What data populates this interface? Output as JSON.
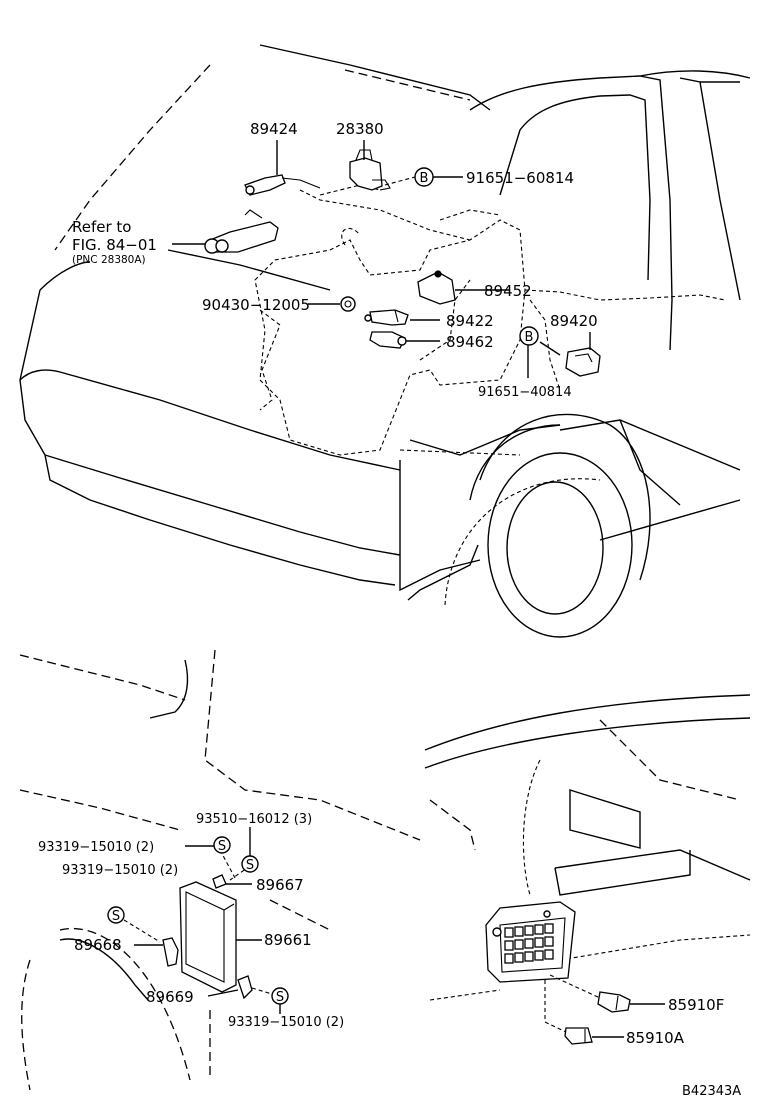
{
  "labels": {
    "p89424": "89424",
    "p28380": "28380",
    "p91651_60814": "91651−60814",
    "refer_1": "Refer to",
    "refer_2": "FIG. 84−01",
    "refer_3": "(PNC 28380A)",
    "p90430": "90430−12005",
    "p89452": "89452",
    "p89422": "89422",
    "p89420": "89420",
    "p89462": "89462",
    "p91651_40814": "91651−40814",
    "p93510": "93510−16012 (3)",
    "p93319_a": "93319−15010 (2)",
    "p93319_b": "93319−15010 (2)",
    "p89667": "89667",
    "p89668": "89668",
    "p89661": "89661",
    "p89669": "89669",
    "p93319_c": "93319−15010 (2)",
    "p85910F": "85910F",
    "p85910A": "85910A",
    "fig_code": "B42343A"
  },
  "markers": {
    "bolt": "B",
    "screw": "S"
  }
}
